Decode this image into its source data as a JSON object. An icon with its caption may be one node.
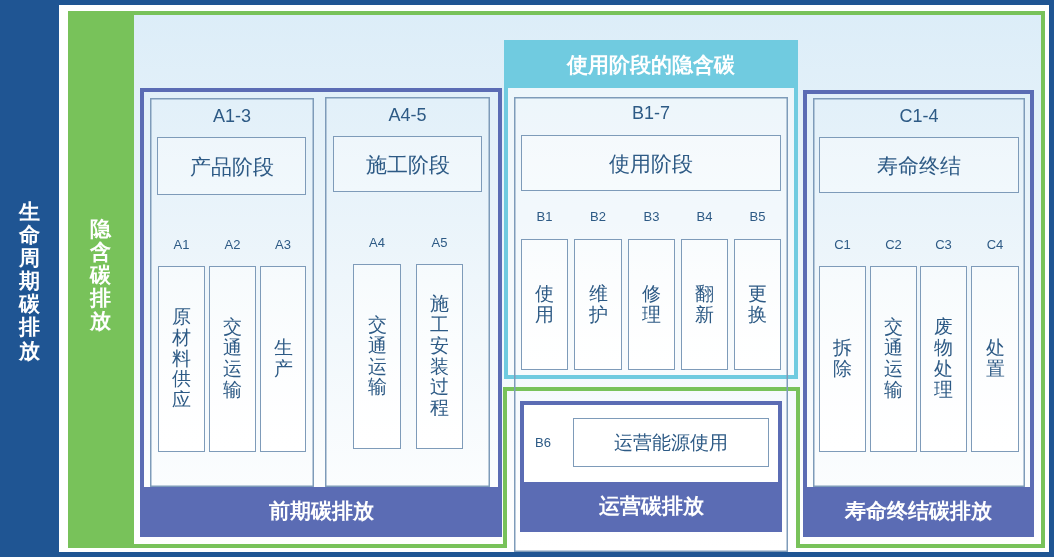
{
  "diagram": {
    "nodes": [
      {
        "text": [
          "生命周期碳排放"
        ]
      },
      {
        "text": [
          "隐含碳排放"
        ],
        "in": 0
      },
      {
        "text": [
          "前期碳排放"
        ],
        "in": 1
      },
      {
        "text": [
          "A1-3"
        ],
        "in": 2
      },
      {
        "text": [
          "产品阶段"
        ],
        "in": 3
      },
      {
        "text": [
          "原材料供应"
        ],
        "in": 3,
        "beside": [
          "A1"
        ]
      },
      {
        "text": [
          "交通运输"
        ],
        "in": 3,
        "beside": [
          "A2"
        ]
      },
      {
        "text": [
          "生产"
        ],
        "in": 3,
        "beside": [
          "A3"
        ]
      },
      {
        "text": [
          "A4-5"
        ],
        "in": 2
      },
      {
        "text": [
          "施工阶段"
        ],
        "in": 8
      },
      {
        "text": [
          "交通运输"
        ],
        "in": 8,
        "beside": [
          "A4"
        ]
      },
      {
        "text": [
          "施工安装过程"
        ],
        "in": 8,
        "beside": [
          "A5"
        ]
      },
      {
        "text": [
          "使用阶段的隐含碳"
        ],
        "in": 1
      },
      {
        "text": [],
        "shape": "box",
        "in": 1
      },
      {
        "text": [
          "使用阶段"
        ]
      },
      {
        "text": [
          "使用"
        ]
      },
      {
        "text": [
          "维护"
        ]
      },
      {
        "text": [
          "修理"
        ]
      },
      {
        "text": [
          "翻新"
        ]
      },
      {
        "text": [
          "更换"
        ]
      },
      {
        "text": [
          "运营碳排放"
        ],
        "in": 13
      },
      {
        "text": [
          "运营能源使用"
        ],
        "in": 20,
        "beside": [
          "B6"
        ]
      },
      {
        "text": [
          "寿命终结碳排放"
        ],
        "in": 1
      },
      {
        "text": [
          "C1-4"
        ],
        "in": 22
      },
      {
        "text": [
          "寿命终结"
        ],
        "in": 23
      },
      {
        "text": [
          "拆除"
        ],
        "in": 23,
        "beside": [
          "C1"
        ]
      },
      {
        "text": [
          "交通运输"
        ],
        "in": 23,
        "beside": [
          "C2"
        ]
      },
      {
        "text": [
          "废物处理"
        ],
        "in": 23,
        "beside": [
          "C3"
        ]
      },
      {
        "text": [
          "处置"
        ],
        "in": 23,
        "beside": [
          "C4"
        ]
      }
    ],
    "labels": [
      "B1-7",
      "B1",
      "B2",
      "B3",
      "B4",
      "B5"
    ]
  }
}
